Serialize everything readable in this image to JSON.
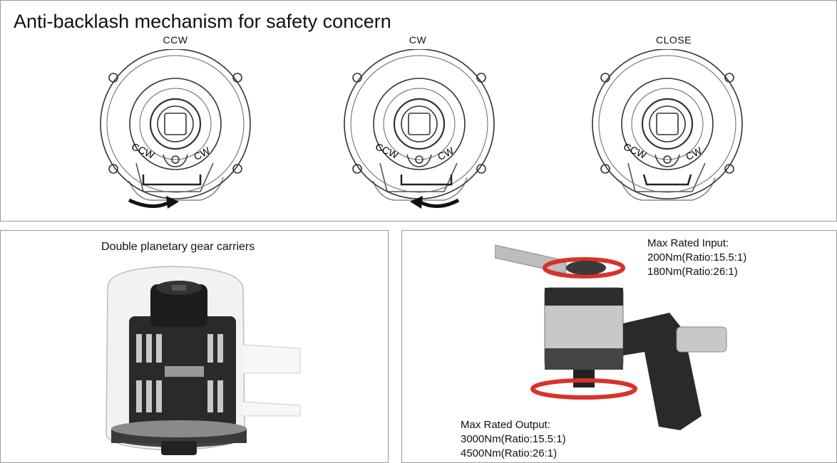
{
  "top": {
    "title": "Anti-backlash mechanism for safety concern",
    "states": [
      {
        "label": "CCW",
        "arrow": "ccw"
      },
      {
        "label": "CW",
        "arrow": "cw"
      },
      {
        "label": "CLOSE",
        "arrow": "none"
      }
    ],
    "dial_marks": {
      "ccw": "CCW",
      "cw": "CW"
    }
  },
  "gear": {
    "title": "Double planetary gear carriers"
  },
  "ratings": {
    "input_title": "Max Rated Input:",
    "input_lines": [
      "200Nm(Ratio:15.5:1)",
      "180Nm(Ratio:26:1)"
    ],
    "output_title": "Max Rated Output:",
    "output_lines": [
      "3000Nm(Ratio:15.5:1)",
      "4500Nm(Ratio:26:1)"
    ]
  },
  "colors": {
    "arrow_red": "#d9312b",
    "line_art": "#333333",
    "metal_dark": "#2a2a2a",
    "metal_light": "#c8c8c8"
  }
}
